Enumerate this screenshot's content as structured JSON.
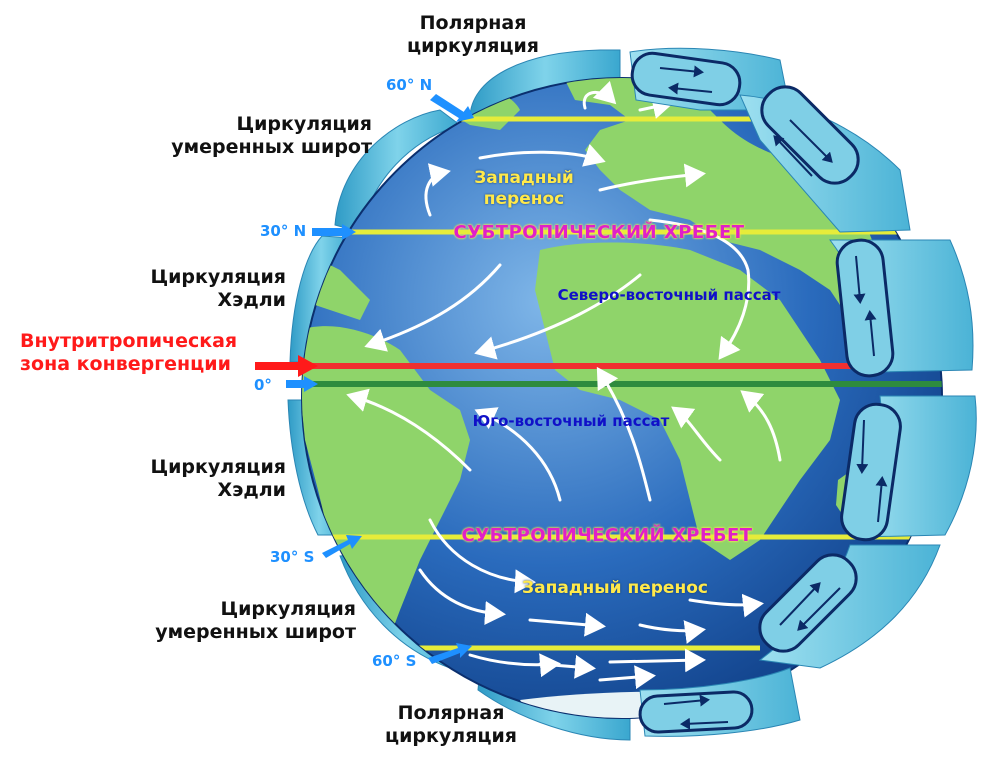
{
  "labels": {
    "polar_n": "Полярная\nциркуляция",
    "ferrel_n": "Циркуляция\nумеренных широт",
    "hadley_n": "Циркуляция\nХэдли",
    "itcz": "Внутритропическая\nзона конвергенции",
    "hadley_s": "Циркуляция\nХэдли",
    "ferrel_s": "Циркуляция\nумеренных широт",
    "polar_s": "Полярная\nциркуляция"
  },
  "latitudes": {
    "n60": "60° N",
    "n30": "30° N",
    "eq": "0°",
    "s30": "30° S",
    "s60": "60° S"
  },
  "globe_text": {
    "westerlies_n": "Западный\nперенос",
    "ridge_n": "СУБТРОПИЧЕСКИЙ ХРЕБЕТ",
    "ne_trades": "Северо-восточный пассат",
    "se_trades": "Юго-восточный пассат",
    "ridge_s": "СУБТРОПИЧЕСКИЙ ХРЕБЕТ",
    "westerlies_s": "Западный перенос"
  },
  "colors": {
    "ocean": "#1e5fae",
    "land": "#8fd46a",
    "cell": "#58bcd8",
    "lat_line": "#e6ec3a",
    "itcz_line": "#f03030",
    "equator_line": "#2e8b3e",
    "lat_arrow": "#1e90ff",
    "itcz_arrow": "#ff1a1a"
  }
}
